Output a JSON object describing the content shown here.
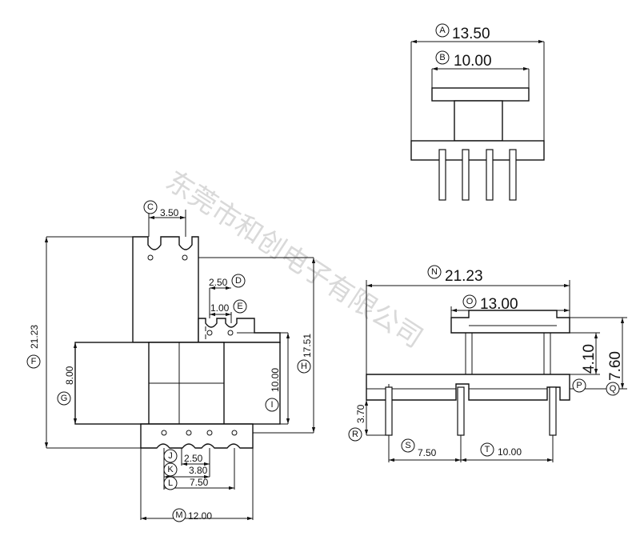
{
  "watermark": "东莞市和创电子有限公司",
  "dims": {
    "A": {
      "letter": "A",
      "value": "13.50"
    },
    "B": {
      "letter": "B",
      "value": "10.00"
    },
    "C": {
      "letter": "C",
      "value": "3.50"
    },
    "D": {
      "letter": "D",
      "value": "2.50"
    },
    "E": {
      "letter": "E",
      "value": "1.00"
    },
    "F": {
      "letter": "F",
      "value": "21.23"
    },
    "G": {
      "letter": "G",
      "value": "8.00"
    },
    "H": {
      "letter": "H",
      "value": "17.51"
    },
    "I": {
      "letter": "I",
      "value": "10.00"
    },
    "J": {
      "letter": "J",
      "value": "2.50"
    },
    "K": {
      "letter": "K",
      "value": "3.80"
    },
    "L": {
      "letter": "L",
      "value": "7.50"
    },
    "M": {
      "letter": "M",
      "value": "12.00"
    },
    "N": {
      "letter": "N",
      "value": "21.23"
    },
    "O": {
      "letter": "O",
      "value": "13.00"
    },
    "P": {
      "letter": "P",
      "value": "4.10"
    },
    "Q": {
      "letter": "Q",
      "value": "7.60"
    },
    "R": {
      "letter": "R",
      "value": "3.70"
    },
    "S": {
      "letter": "S",
      "value": "7.50"
    },
    "T": {
      "letter": "T",
      "value": "10.00"
    }
  }
}
